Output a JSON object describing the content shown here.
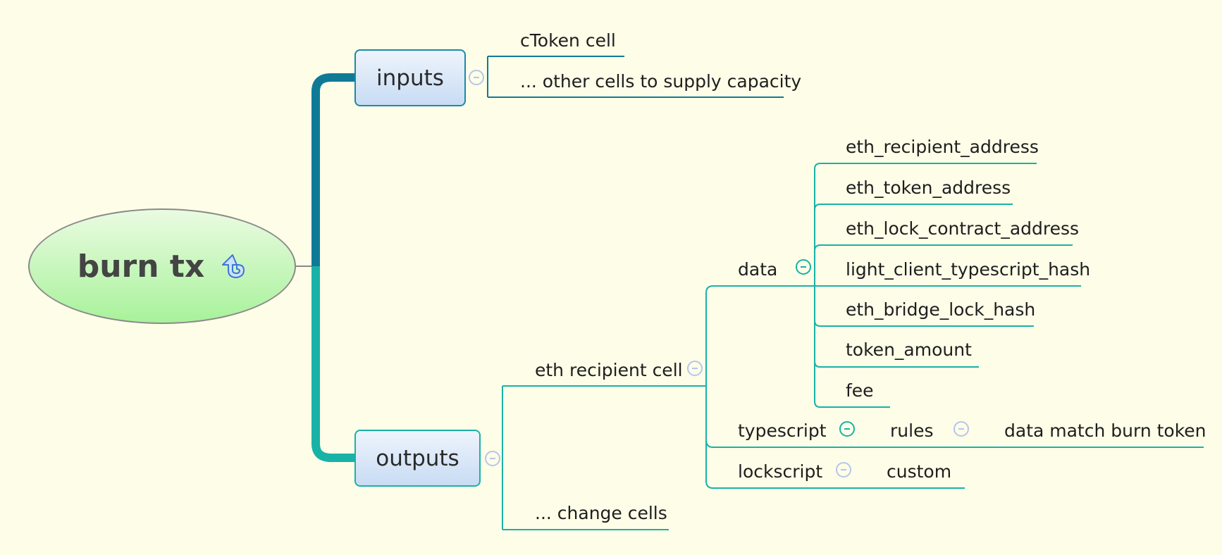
{
  "root": {
    "label": "burn tx",
    "icon": "refresh-arrow-icon"
  },
  "branches": {
    "inputs": {
      "label": "inputs",
      "children": [
        "cToken cell",
        "... other cells to supply capacity"
      ]
    },
    "outputs": {
      "label": "outputs",
      "eth_recipient_cell": {
        "label": "eth recipient cell",
        "data": {
          "label": "data",
          "fields": [
            "eth_recipient_address",
            "eth_token_address",
            "eth_lock_contract_address",
            "light_client_typescript_hash",
            "eth_bridge_lock_hash",
            "token_amount",
            "fee"
          ]
        },
        "typescript": {
          "label": "typescript",
          "rules": {
            "label": "rules",
            "child": "data match burn token"
          }
        },
        "lockscript": {
          "label": "lockscript",
          "child": "custom"
        }
      },
      "change_cells": "... change cells"
    }
  },
  "colors": {
    "background": "#fdfde8",
    "inputs_branch": "#0f7a96",
    "outputs_branch": "#19b2a6",
    "root_fill": "#a8f29a",
    "box_fill": "#c8dcf4"
  }
}
